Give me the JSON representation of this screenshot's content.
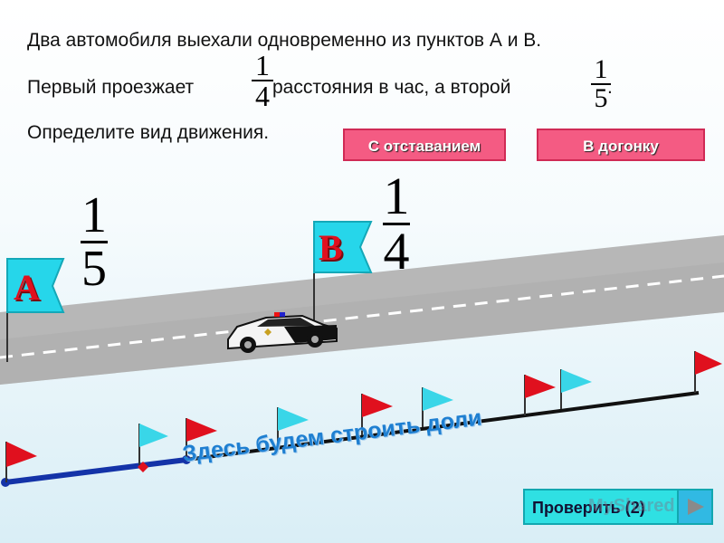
{
  "task": {
    "line1": "Два автомобиля выехали одновременно из пунктов А и В.",
    "line2_part1": "Первый проезжает",
    "line2_part2": "расстояния в час, а второй",
    "line2_dot": ".",
    "line3": "Определите вид движения.",
    "frac_first": {
      "num": "1",
      "den": "4"
    },
    "frac_second": {
      "num": "1",
      "den": "5"
    }
  },
  "buttons": {
    "lag": "С отставанием",
    "catchup": "В догонку"
  },
  "scene": {
    "flag_a_label": "A",
    "flag_b_label": "B",
    "frac_a": {
      "num": "1",
      "den": "5"
    },
    "frac_b": {
      "num": "1",
      "den": "4"
    },
    "caption": "Здесь будем строить доли"
  },
  "check_button": {
    "label": "Проверить (2)"
  },
  "watermark": "MyShared",
  "colors": {
    "button_pink": "#f45b83",
    "check_cyan": "#2fe0e3",
    "flag_red": "#e0101e",
    "flag_cyan": "#39d6e8",
    "segment_blue": "#1433a8"
  }
}
